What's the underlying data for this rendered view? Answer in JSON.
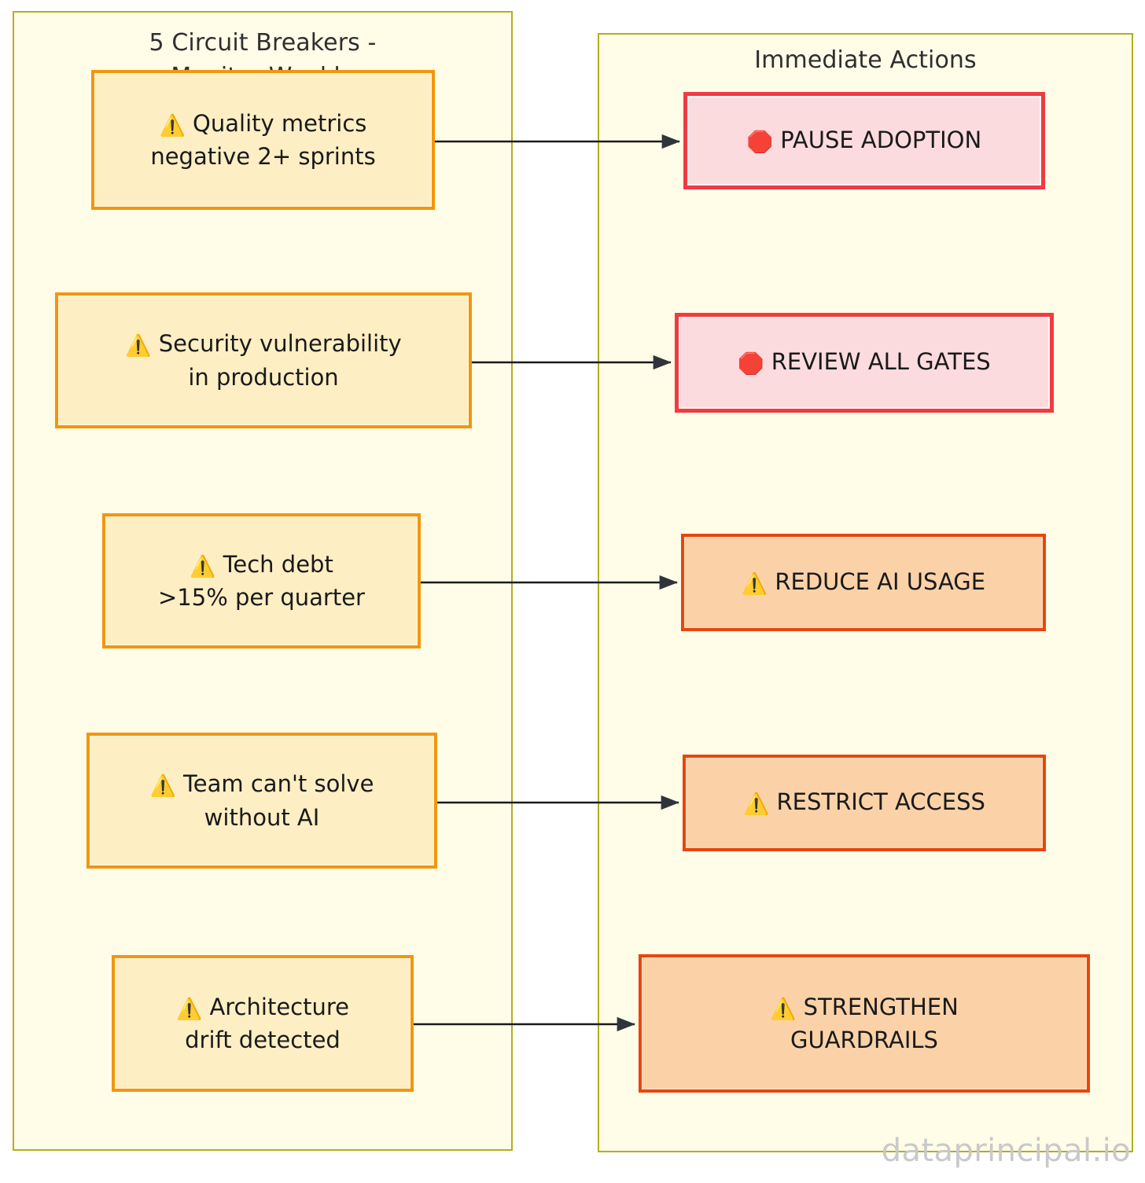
{
  "diagram": {
    "title_left": "5 Circuit Breakers -\nMonitor Weekly",
    "title_right": "Immediate Actions",
    "watermark": "dataprincipal.io",
    "colors": {
      "lane_fill": "#fffce8",
      "lane_border": "#b5ae1f",
      "trigger_fill": "#fdeec4",
      "trigger_border": "#f2960d",
      "critical_fill": "#fcdbdf",
      "critical_border": "#ef3b42",
      "warn_fill": "#fbd2a8",
      "warn_border": "#e8450f",
      "edge": "#1a1a1a",
      "watermark": "#c9c9c9"
    }
  },
  "triggers": [
    {
      "icon": "warning-triangle-icon",
      "icon_glyph": "⚠️",
      "label": "Quality metrics\nnegative 2+ sprints"
    },
    {
      "icon": "warning-triangle-icon",
      "icon_glyph": "⚠️",
      "label": "Security vulnerability\nin production"
    },
    {
      "icon": "warning-triangle-icon",
      "icon_glyph": "⚠️",
      "label": "Tech debt\n>15% per quarter"
    },
    {
      "icon": "warning-triangle-icon",
      "icon_glyph": "⚠️",
      "label": "Team can't solve\nwithout AI"
    },
    {
      "icon": "warning-triangle-icon",
      "icon_glyph": "⚠️",
      "label": "Architecture\ndrift detected"
    }
  ],
  "actions": [
    {
      "icon": "stop-octagon-icon",
      "icon_glyph": "🛑",
      "label": "PAUSE ADOPTION",
      "severity": "critical"
    },
    {
      "icon": "stop-octagon-icon",
      "icon_glyph": "🛑",
      "label": "REVIEW ALL GATES",
      "severity": "critical"
    },
    {
      "icon": "warning-triangle-icon",
      "icon_glyph": "⚠️",
      "label": "REDUCE AI USAGE",
      "severity": "warn"
    },
    {
      "icon": "warning-triangle-icon",
      "icon_glyph": "⚠️",
      "label": "RESTRICT ACCESS",
      "severity": "warn"
    },
    {
      "icon": "warning-triangle-icon",
      "icon_glyph": "⚠️",
      "label": "STRENGTHEN\nGUARDRAILS",
      "severity": "warn"
    }
  ],
  "edges": [
    {
      "from": "Quality metrics negative 2+ sprints",
      "to": "PAUSE ADOPTION"
    },
    {
      "from": "Security vulnerability in production",
      "to": "REVIEW ALL GATES"
    },
    {
      "from": "Tech debt >15% per quarter",
      "to": "REDUCE AI USAGE"
    },
    {
      "from": "Team can't solve without AI",
      "to": "RESTRICT ACCESS"
    },
    {
      "from": "Architecture drift detected",
      "to": "STRENGTHEN GUARDRAILS"
    }
  ]
}
